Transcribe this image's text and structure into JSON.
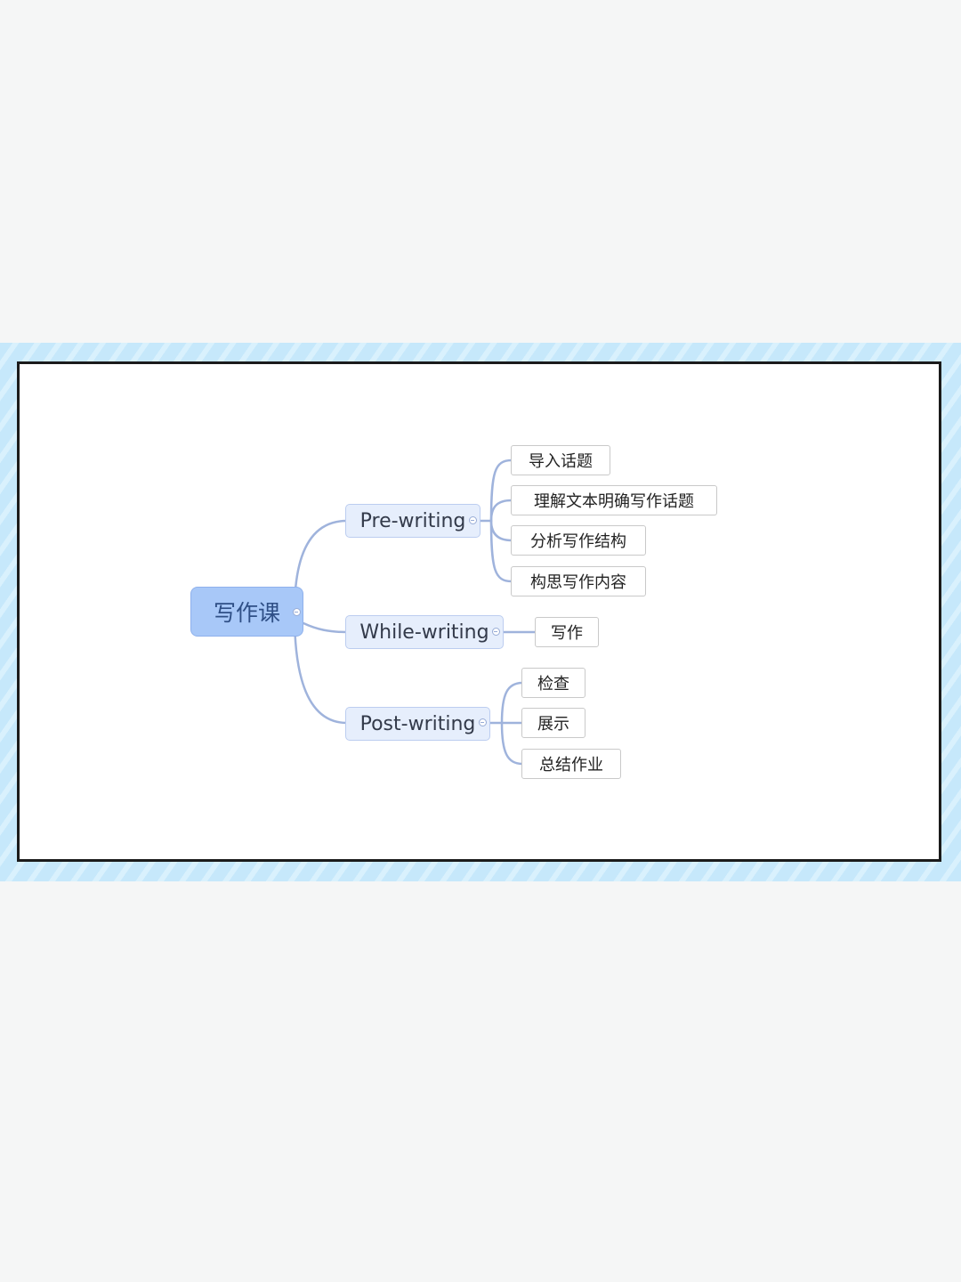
{
  "mindmap": {
    "root": {
      "label": "写作课"
    },
    "branches": [
      {
        "label": "Pre-writing",
        "children": [
          "导入话题",
          "理解文本明确写作话题",
          "分析写作结构",
          "构思写作内容"
        ]
      },
      {
        "label": "While-writing",
        "children": [
          "写作"
        ]
      },
      {
        "label": "Post-writing",
        "children": [
          "检查",
          "展示",
          "总结作业"
        ]
      }
    ]
  },
  "colors": {
    "band_light": "#d9f1fd",
    "band_dark": "#c6e8fb",
    "root_fill": "#a8c8f8",
    "branch_fill": "#e6eefc",
    "connector": "#9fb3dc",
    "frame_border": "#1b1b1b"
  }
}
